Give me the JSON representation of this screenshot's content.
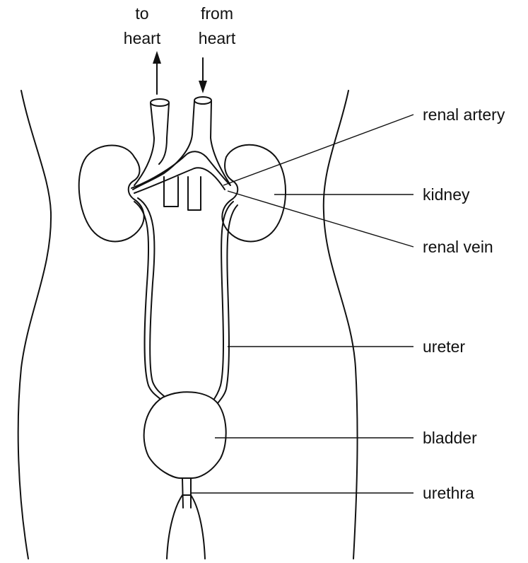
{
  "flow": {
    "to_heart": [
      "to",
      "heart"
    ],
    "from_heart": [
      "from",
      "heart"
    ]
  },
  "labels": {
    "renal_artery": "renal artery",
    "kidney": "kidney",
    "renal_vein": "renal vein",
    "ureter": "ureter",
    "bladder": "bladder",
    "urethra": "urethra"
  },
  "colors": {
    "line": "#111111",
    "background": "#ffffff"
  }
}
